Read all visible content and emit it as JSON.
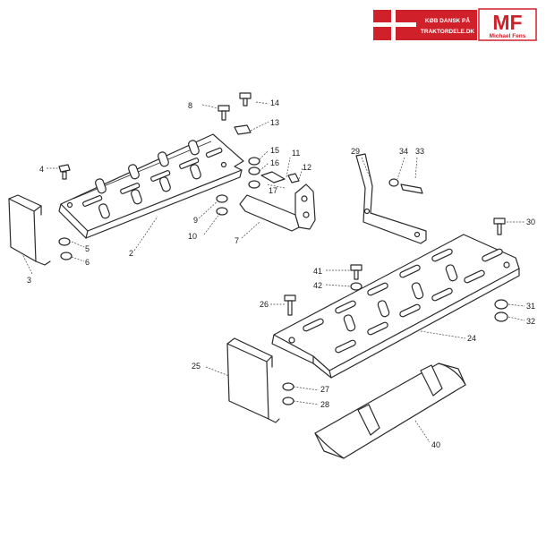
{
  "header": {
    "banner_line1": "KØB DANSK PÅ",
    "banner_line2": "TRAKTORDELE.DK",
    "logo_mark": "MF",
    "logo_name": "Michael Fens"
  },
  "colors": {
    "flag_red": "#d0202a",
    "flag_white": "#ffffff",
    "ink": "#2a2a2a"
  },
  "icons": {
    "flag": "danish-flag-icon",
    "brand": "mf-logo-icon"
  },
  "callouts": {
    "c2": "2",
    "c3": "3",
    "c4": "4",
    "c5": "5",
    "c6": "6",
    "c7": "7",
    "c8": "8",
    "c9": "9",
    "c10": "10",
    "c11": "11",
    "c12": "12",
    "c13": "13",
    "c14": "14",
    "c15": "15",
    "c16": "16",
    "c17": "17",
    "c24": "24",
    "c25": "25",
    "c26": "26",
    "c27": "27",
    "c28": "28",
    "c29": "29",
    "c30": "30",
    "c31": "31",
    "c32": "32",
    "c33": "33",
    "c34": "34",
    "c40": "40",
    "c41": "41",
    "c42": "42"
  }
}
